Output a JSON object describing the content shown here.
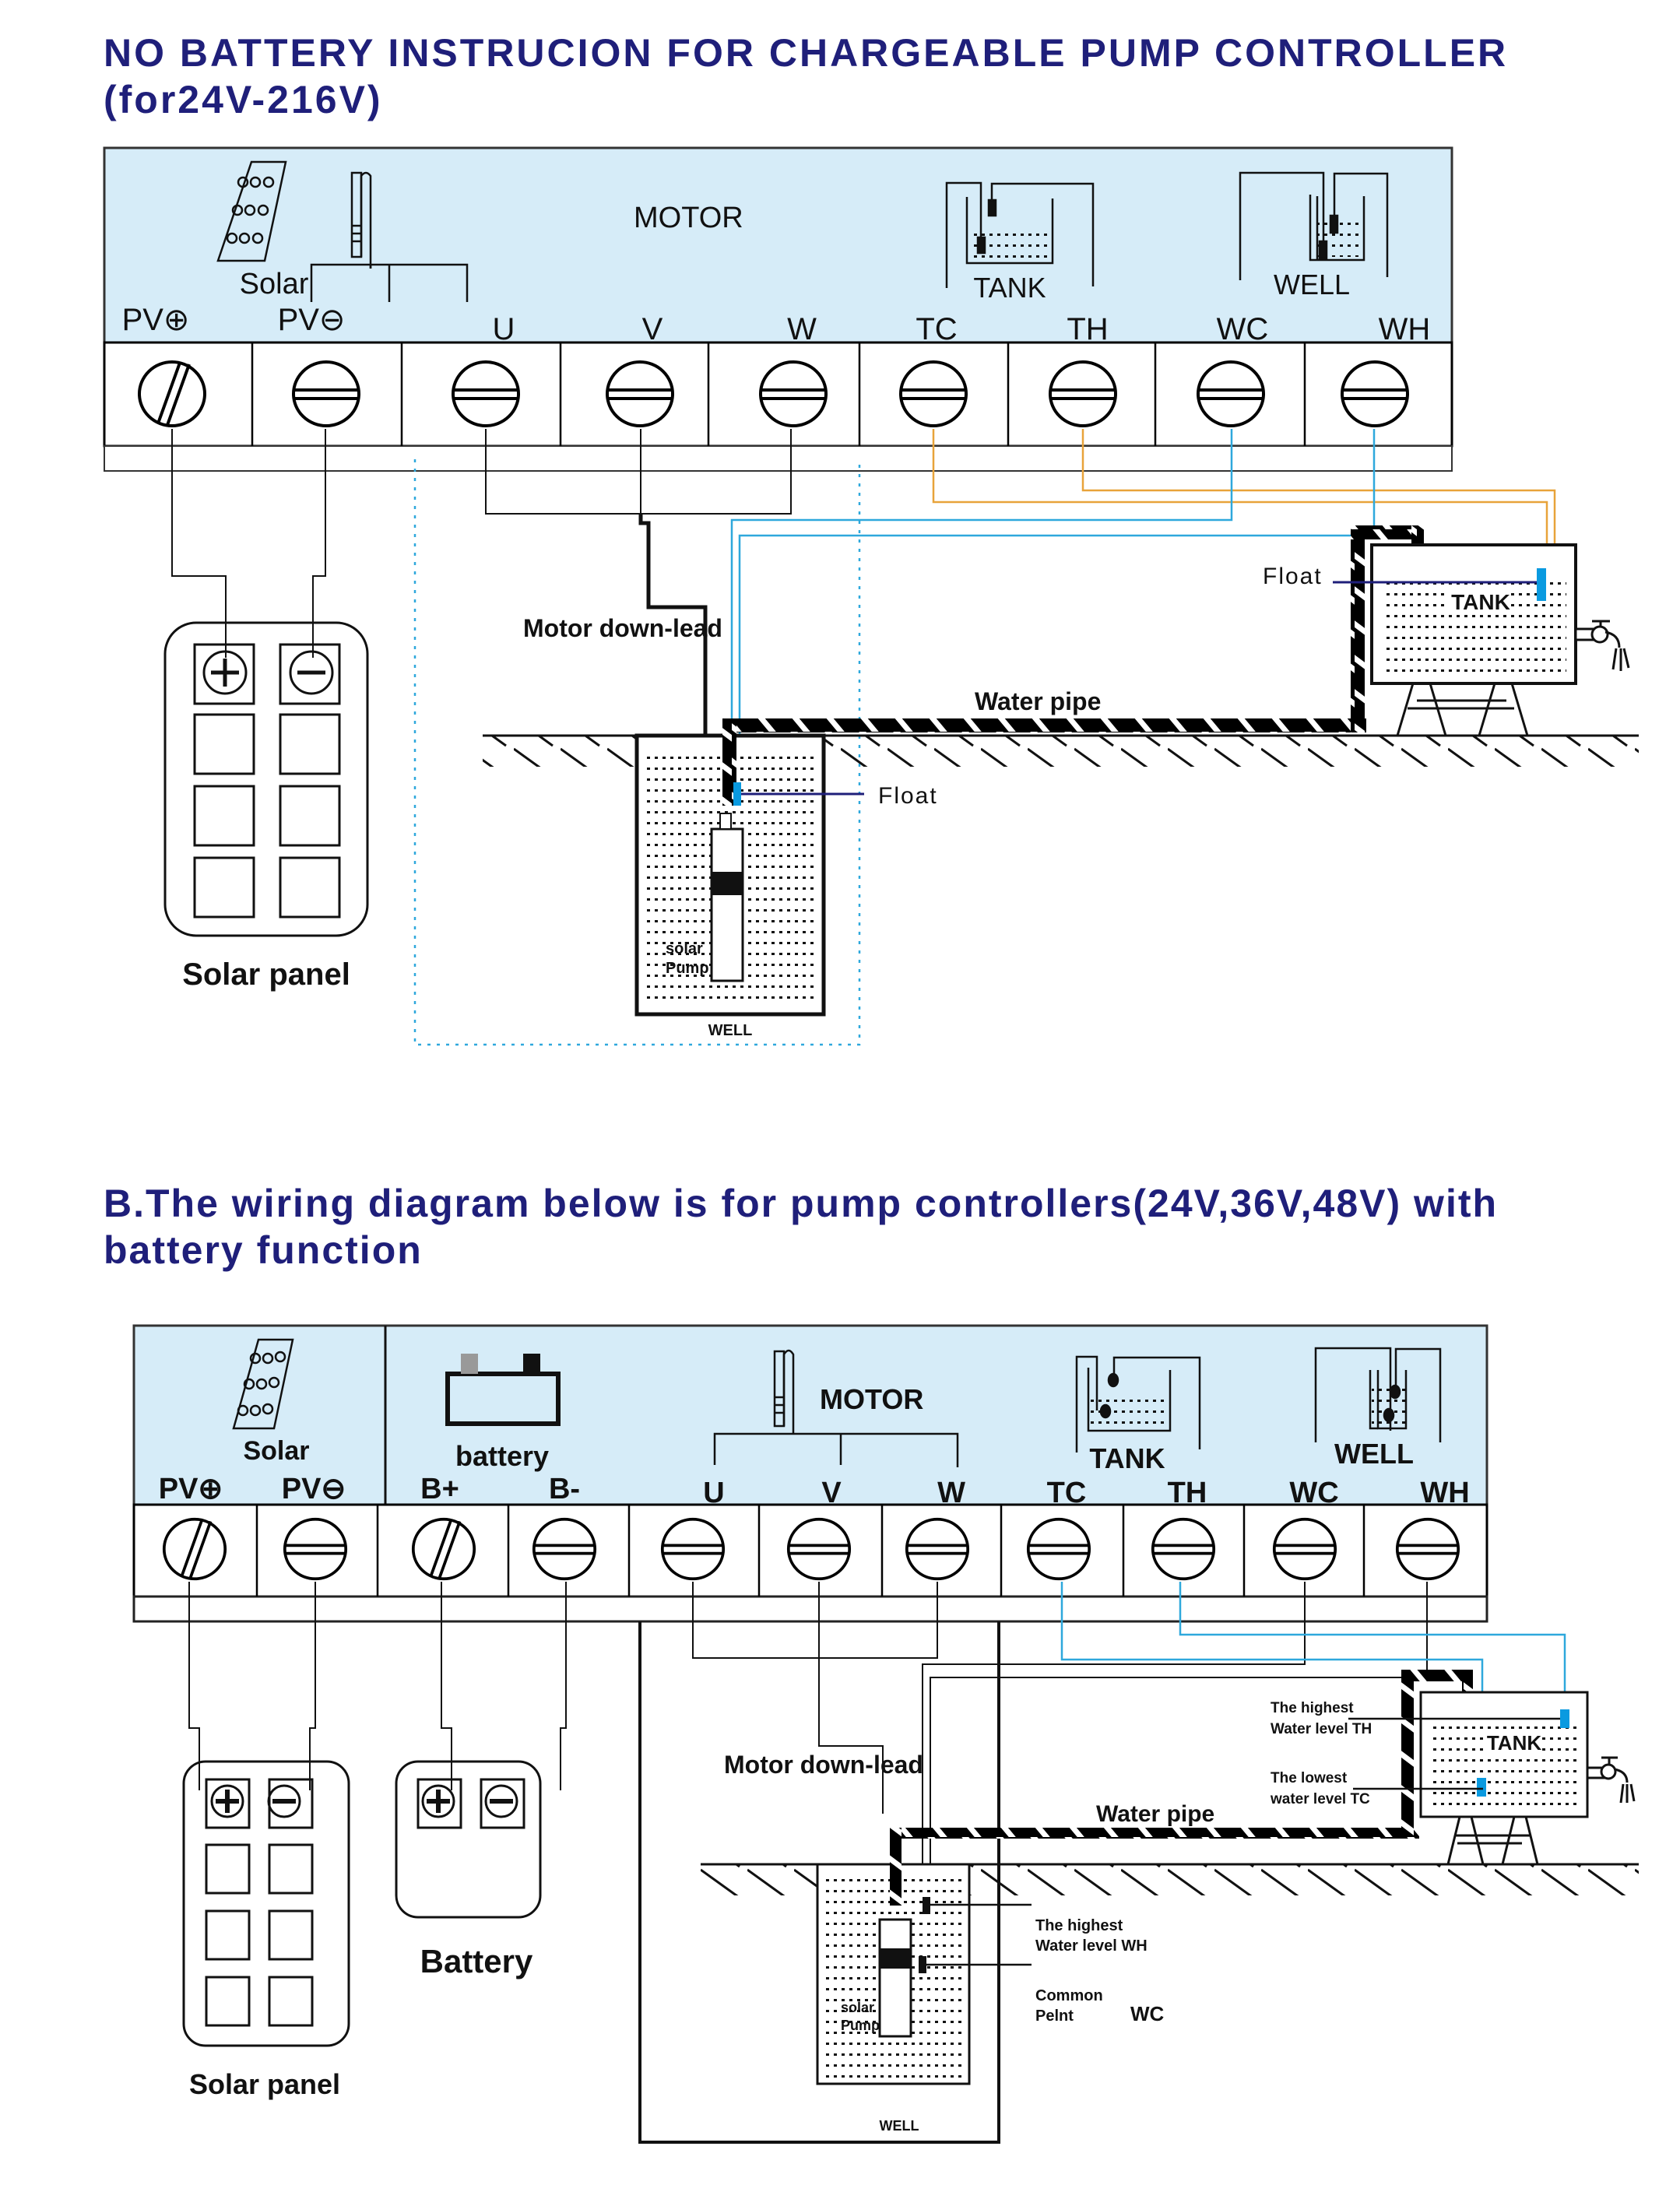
{
  "section_a": {
    "title_line1": "NO BATTERY INSTRUCION FOR CHARGEABLE PUMP CONTROLLER",
    "title_line2": "(for24V-216V)",
    "panel": {
      "solar_label": "Solar",
      "motor_label": "MOTOR",
      "tank_label": "TANK",
      "well_label": "WELL",
      "terminals": [
        "PV⊕",
        "PV⊖",
        "U",
        "V",
        "W",
        "TC",
        "TH",
        "WC",
        "WH"
      ]
    },
    "solar_panel_label": "Solar panel",
    "motor_down_lead": "Motor down-lead",
    "water_pipe": "Water pipe",
    "float_tank": "Float",
    "float_well": "Float",
    "tank_label": "TANK",
    "well_label": "WELL",
    "pump_label_1": "solar",
    "pump_label_2": "Pump"
  },
  "section_b": {
    "title_line1": "B.The wiring diagram below is for pump controllers(24V,36V,48V) with",
    "title_line2": "battery function",
    "panel": {
      "solar_label": "Solar",
      "battery_label": "battery",
      "motor_label": "MOTOR",
      "tank_label": "TANK",
      "well_label": "WELL",
      "terminals": [
        "PV⊕",
        "PV⊖",
        "B+",
        "B-",
        "U",
        "V",
        "W",
        "TC",
        "TH",
        "WC",
        "WH"
      ]
    },
    "solar_panel_label": "Solar panel",
    "battery_box_label": "Battery",
    "motor_down_lead": "Motor down-lead",
    "water_pipe": "Water pipe",
    "tank_label": "TANK",
    "well_label": "WELL",
    "pump_label_1": "solar",
    "pump_label_2": "Pump",
    "tank_high_1": "The highest",
    "tank_high_2": "Water level  TH",
    "tank_low_1": "The lowest",
    "tank_low_2": "water level  TC",
    "well_high_1": "The highest",
    "well_high_2": "Water level  WH",
    "well_common_1": "Common",
    "well_common_2": "Pelnt",
    "well_common_code": "WC"
  },
  "colors": {
    "title": "#1f1f7a",
    "panel_bg": "#d6ecf8",
    "wire_orange": "#e8a33a",
    "wire_blue": "#2ea8dc",
    "float_blue": "#0a9ae0",
    "float_leader": "#1f1f7a"
  }
}
